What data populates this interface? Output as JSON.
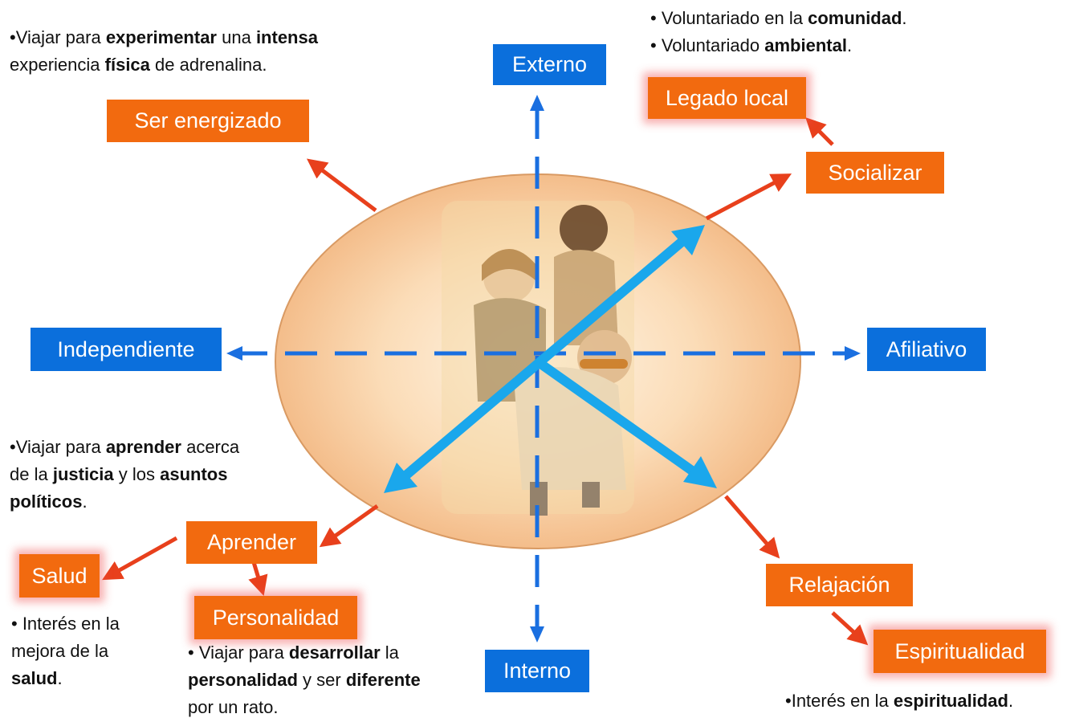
{
  "axes": {
    "externo": "Externo",
    "interno": "Interno",
    "independiente": "Independiente",
    "afiliativo": "Afiliativo"
  },
  "categories": {
    "ser_energizado": "Ser energizado",
    "legado_local": "Legado local",
    "socializar": "Socializar",
    "aprender": "Aprender",
    "salud": "Salud",
    "personalidad": "Personalidad",
    "relajacion": "Relajación",
    "espiritualidad": "Espiritualidad"
  },
  "notes": {
    "top_left": {
      "l1a": "•Viajar para ",
      "l1b": "experimentar",
      "l1c": " una ",
      "l1d": "intensa",
      "l2a": "experiencia ",
      "l2b": "física",
      "l2c": " de adrenalina."
    },
    "top_right": {
      "l1a": "• Voluntariado en la ",
      "l1b": "comunidad",
      "l1c": ".",
      "l2a": "• Voluntariado ",
      "l2b": "ambiental",
      "l2c": "."
    },
    "mid_left": {
      "l1a": "•Viajar para ",
      "l1b": "aprender",
      "l1c": " acerca",
      "l2a": "de la ",
      "l2b": "justicia",
      "l2c": " y los ",
      "l2d": "asuntos",
      "l3a": "políticos",
      "l3b": "."
    },
    "salud_note": {
      "l1": "• Interés en la",
      "l2": "mejora de la",
      "l3a": "salud",
      "l3b": "."
    },
    "personalidad_note": {
      "l1a": "• Viajar para ",
      "l1b": "desarrollar",
      "l1c": " la",
      "l2a": "personalidad",
      "l2b": " y ser ",
      "l2c": "diferente",
      "l3": "por un rato."
    },
    "espiritualidad_note": {
      "l1a": "•Interés en la ",
      "l1b": "espiritualidad",
      "l1c": "."
    }
  },
  "colors": {
    "axis_box": "#0b6fdc",
    "category_box": "#f26a0f",
    "arrow_red": "#e8401c",
    "arrow_cyan": "#1aa7ec",
    "dashed_axis": "#1a6fe0",
    "ellipse_fill": "#f7c79a"
  },
  "image": {
    "photo_description_icon": "group-of-four-people-photo"
  }
}
